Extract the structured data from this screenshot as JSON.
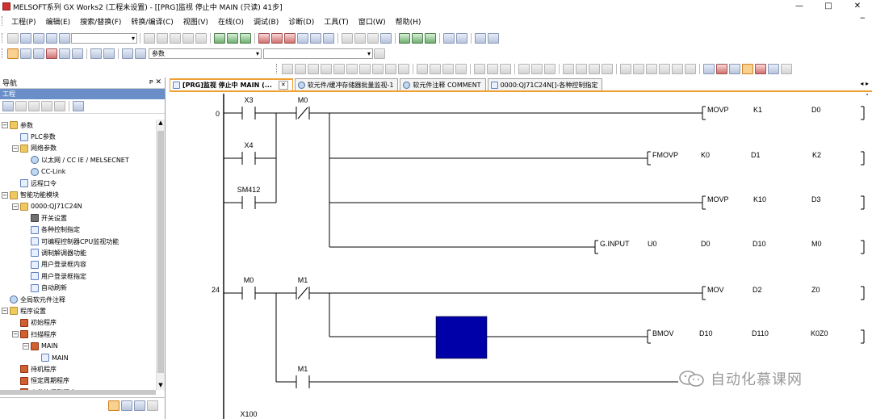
{
  "window": {
    "title": "MELSOFT系列 GX Works2 (工程未设置) - [[PRG]监视 停止中 MAIN (只读) 41步]",
    "controls": [
      "—",
      "□",
      "✕"
    ]
  },
  "menu": {
    "items": [
      "工程(P)",
      "编辑(E)",
      "搜索/替换(F)",
      "转换/编译(C)",
      "视图(V)",
      "在线(O)",
      "调试(B)",
      "诊断(D)",
      "工具(T)",
      "窗口(W)",
      "帮助(H)"
    ],
    "right_glyph": "−"
  },
  "toolbar": {
    "device_combo_value": "参数"
  },
  "navigation": {
    "title": "导航",
    "pin": "ᴘ ✕",
    "project_label": "工程",
    "tree": [
      {
        "label": "参数",
        "level": 0,
        "exp": "−",
        "icon": "folder"
      },
      {
        "label": "PLC参数",
        "level": 1,
        "exp": "",
        "icon": "doc"
      },
      {
        "label": "网络参数",
        "level": 1,
        "exp": "−",
        "icon": "folder"
      },
      {
        "label": "以太网 / CC IE / MELSECNET",
        "level": 2,
        "exp": "",
        "icon": "net"
      },
      {
        "label": "CC-Link",
        "level": 2,
        "exp": "",
        "icon": "net"
      },
      {
        "label": "远程口令",
        "level": 1,
        "exp": "",
        "icon": "doc"
      },
      {
        "label": "智能功能模块",
        "level": 0,
        "exp": "−",
        "icon": "folder"
      },
      {
        "label": "0000:QJ71C24N",
        "level": 1,
        "exp": "−",
        "icon": "folder"
      },
      {
        "label": "开关设置",
        "level": 2,
        "exp": "",
        "icon": "tool"
      },
      {
        "label": "各种控制指定",
        "level": 2,
        "exp": "",
        "icon": "doc"
      },
      {
        "label": "可编程控制器CPU监视功能",
        "level": 2,
        "exp": "",
        "icon": "doc"
      },
      {
        "label": "调制解调器功能",
        "level": 2,
        "exp": "",
        "icon": "doc"
      },
      {
        "label": "用户登录框内容",
        "level": 2,
        "exp": "",
        "icon": "doc"
      },
      {
        "label": "用户登录框指定",
        "level": 2,
        "exp": "",
        "icon": "doc"
      },
      {
        "label": "自动刷新",
        "level": 2,
        "exp": "",
        "icon": "doc"
      },
      {
        "label": "全局软元件注释",
        "level": 0,
        "exp": "",
        "icon": "net"
      },
      {
        "label": "程序设置",
        "level": 0,
        "exp": "−",
        "icon": "folder"
      },
      {
        "label": "初始程序",
        "level": 1,
        "exp": "",
        "icon": "prog"
      },
      {
        "label": "扫描程序",
        "level": 1,
        "exp": "−",
        "icon": "prog"
      },
      {
        "label": "MAIN",
        "level": 2,
        "exp": "−",
        "icon": "prog"
      },
      {
        "label": "MAIN",
        "level": 3,
        "exp": "",
        "icon": "doc"
      },
      {
        "label": "待机程序",
        "level": 1,
        "exp": "",
        "icon": "prog"
      },
      {
        "label": "恒定周期程序",
        "level": 1,
        "exp": "",
        "icon": "prog"
      },
      {
        "label": "事件执行型程序",
        "level": 1,
        "exp": "",
        "icon": "prog"
      }
    ]
  },
  "tabs": [
    {
      "label": "[PRG]监视 停止中 MAIN (...",
      "active": true
    },
    {
      "label": "软元件/缓冲存储器批量监视-1",
      "active": false
    },
    {
      "label": "软元件注释 COMMENT",
      "active": false
    },
    {
      "label": "0000:QJ71C24N[]-各种控制指定",
      "active": false
    }
  ],
  "tab_scroll": "◂ ▸",
  "tab_close": "✕",
  "ladder": {
    "step_numbers": [
      "0",
      "24"
    ],
    "contacts": [
      {
        "device": "X3",
        "nc": false
      },
      {
        "device": "M0",
        "nc": true
      },
      {
        "device": "X4",
        "nc": false
      },
      {
        "device": "SM412",
        "nc": false
      },
      {
        "device": "M0",
        "nc": false
      },
      {
        "device": "M1",
        "nc": true
      },
      {
        "device": "M1",
        "nc": false
      },
      {
        "device": "X100",
        "nc": false
      }
    ],
    "instructions": [
      {
        "op": "MOVP",
        "args": [
          "K1",
          "D0"
        ]
      },
      {
        "op": "FMOVP",
        "args": [
          "K0",
          "D1",
          "K2"
        ]
      },
      {
        "op": "MOVP",
        "args": [
          "K10",
          "D3"
        ]
      },
      {
        "op": "G.INPUT",
        "args": [
          "U0",
          "D0",
          "D10",
          "M0"
        ]
      },
      {
        "op": "MOV",
        "args": [
          "D2",
          "Z0"
        ]
      },
      {
        "op": "BMOV",
        "args": [
          "D10",
          "D110",
          "K0Z0"
        ]
      }
    ],
    "selection_color": "#0000a8"
  },
  "watermark": {
    "text": "自动化慕课网"
  }
}
